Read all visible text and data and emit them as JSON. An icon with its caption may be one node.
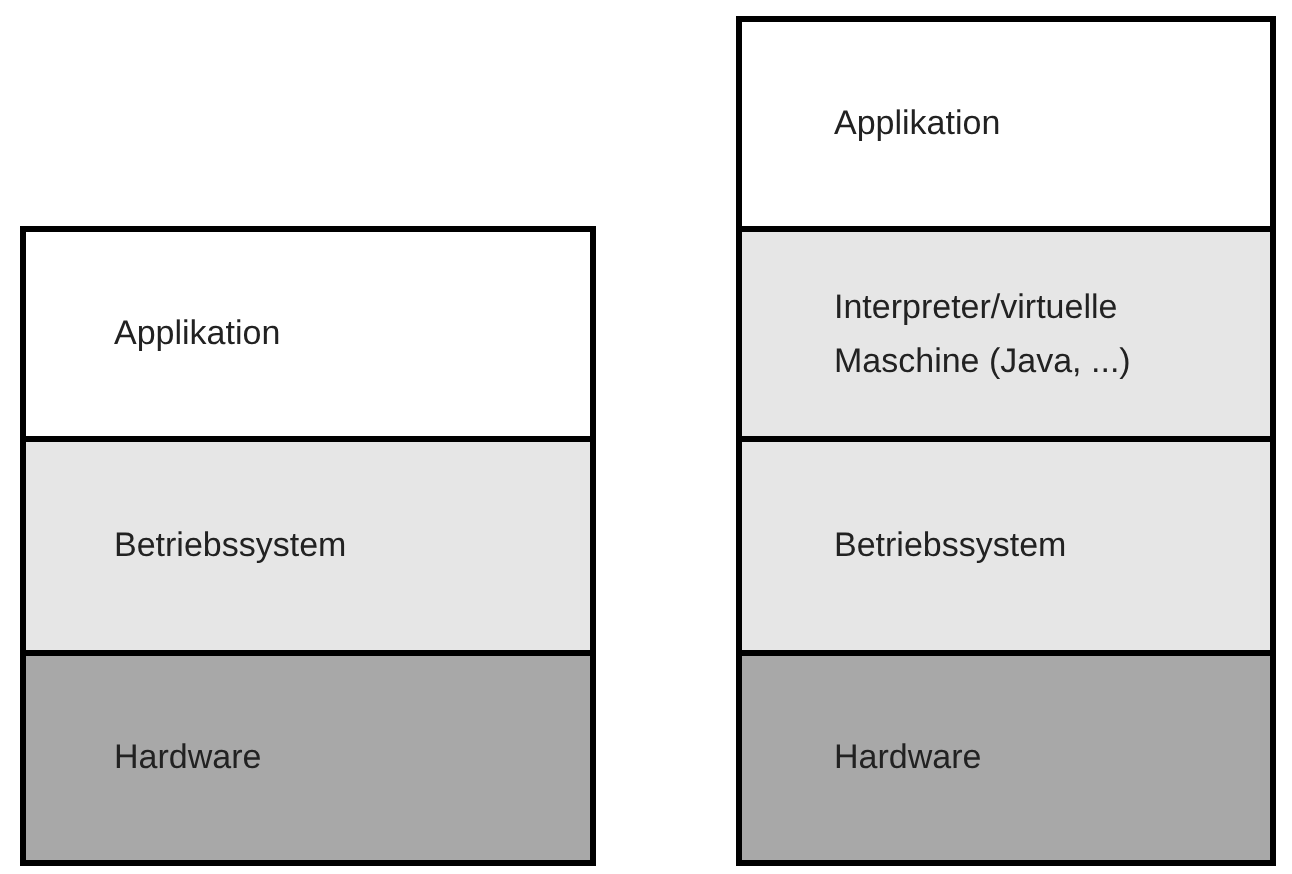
{
  "diagram": {
    "nodes": [
      {
        "text": [
          "Applikation"
        ]
      },
      {
        "text": [
          "Betriebssystem"
        ]
      },
      {
        "text": [
          "Hardware"
        ]
      },
      {
        "text": [
          "Applikation"
        ]
      },
      {
        "text": [
          "Interpreter/virtuelle Maschine (Java, ...)"
        ]
      },
      {
        "text": [
          "Betriebssystem"
        ]
      },
      {
        "text": [
          "Hardware"
        ]
      }
    ],
    "edges": []
  }
}
